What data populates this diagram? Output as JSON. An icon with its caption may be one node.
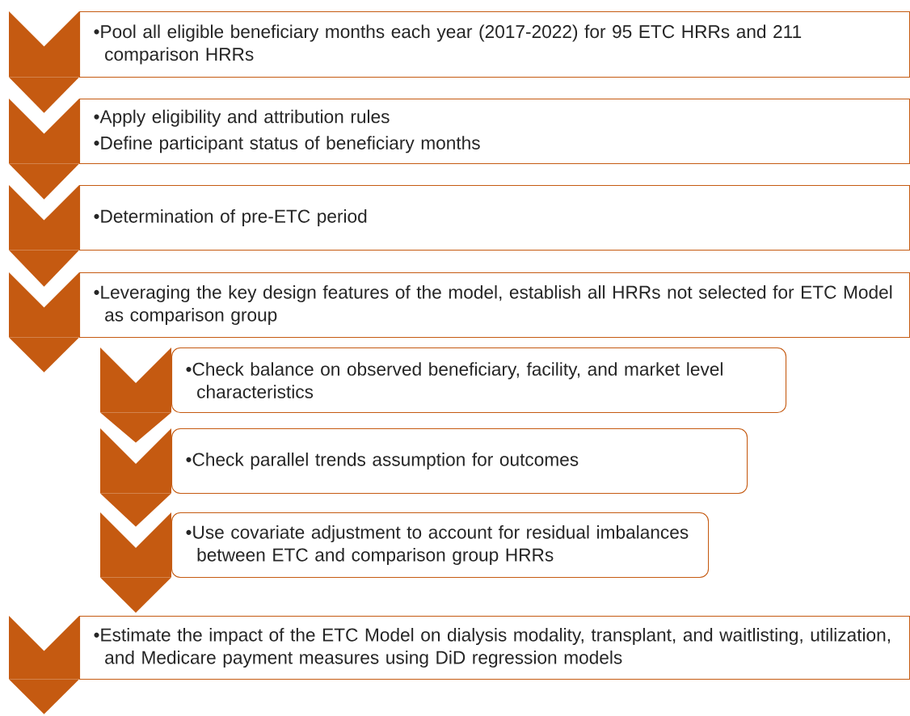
{
  "diagram": {
    "nodes": [
      {
        "text": [],
        "shape": "chevron"
      },
      {
        "text": [
          "•Pool all eligible beneficiary months each year (2017-2022) for 95 ETC HRRs and 211 comparison HRRs"
        ]
      },
      {
        "text": [],
        "shape": "chevron"
      },
      {
        "text": [
          "•Apply eligibility and attribution rules",
          "•Define participant status of beneficiary months"
        ]
      },
      {
        "text": [],
        "shape": "chevron"
      },
      {
        "text": [
          "•Determination of pre-ETC period"
        ]
      },
      {
        "text": [],
        "shape": "chevron"
      },
      {
        "text": [
          "•Leveraging the key design features of the model, establish all HRRs not selected for ETC Model as comparison group"
        ]
      },
      {
        "text": [],
        "shape": "chevron"
      },
      {
        "text": [
          "•Check balance on observed beneficiary, facility, and market level characteristics"
        ]
      },
      {
        "text": [],
        "shape": "chevron"
      },
      {
        "text": [
          "•Check parallel trends assumption for outcomes"
        ]
      },
      {
        "text": [],
        "shape": "chevron"
      },
      {
        "text": [
          "•Use covariate adjustment to account for residual imbalances between ETC and comparison group HRRs"
        ]
      },
      {
        "text": [],
        "shape": "chevron"
      },
      {
        "text": [
          "•Estimate the impact of the ETC Model on dialysis modality, transplant, and waitlisting, utilization, and Medicare payment measures using DiD regression models"
        ]
      }
    ],
    "edges": [
      {
        "from": 0,
        "to": 2,
        "arrow": "to"
      },
      {
        "from": 2,
        "to": 4,
        "arrow": "to"
      },
      {
        "from": 4,
        "to": 6,
        "arrow": "to"
      },
      {
        "from": 6,
        "to": null,
        "arrow": "to"
      },
      {
        "from": 8,
        "to": 10,
        "arrow": "to"
      },
      {
        "from": 10,
        "to": 12,
        "arrow": "to"
      },
      {
        "from": 12,
        "to": null,
        "arrow": "to"
      },
      {
        "from": 14,
        "to": null,
        "arrow": "to"
      }
    ]
  }
}
